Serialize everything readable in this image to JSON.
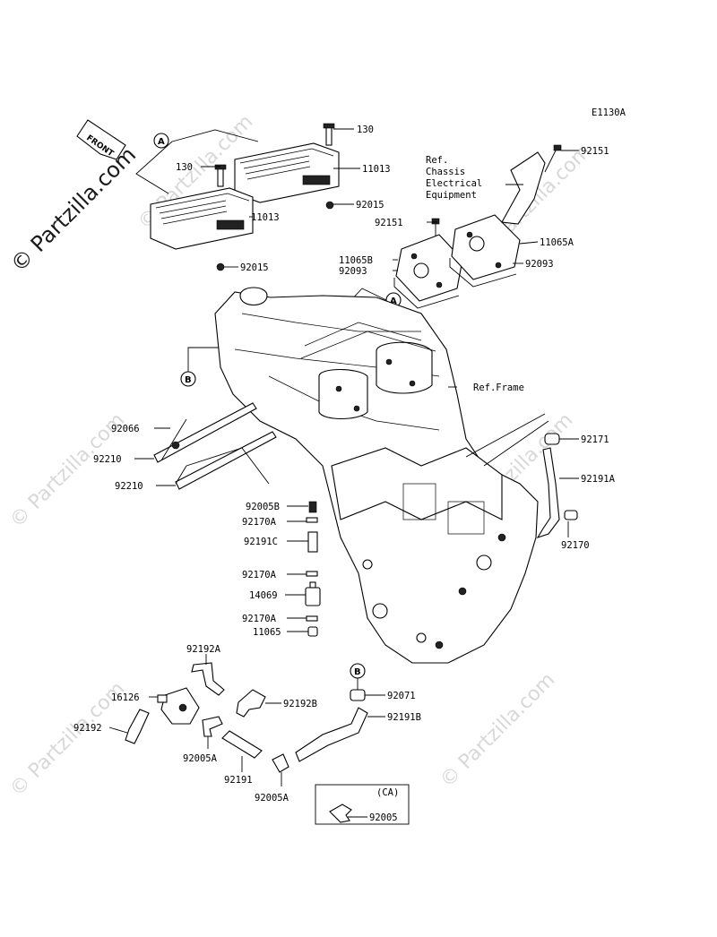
{
  "diagram_code": "E1130A",
  "watermark": {
    "main": "© Partzilla.com",
    "faded": "© Partzilla.com"
  },
  "front_label": "FRONT",
  "callouts": {
    "A": "A",
    "B": "B"
  },
  "ref_notes": {
    "chassis": [
      "Ref.",
      "Chassis",
      "Electrical",
      "Equipment"
    ],
    "frame": "Ref.Frame"
  },
  "parts": {
    "p130_top": "130",
    "p130_mid": "130",
    "p11013_top": "11013",
    "p11013_mid": "11013",
    "p92015_top": "92015",
    "p92015_bot": "92015",
    "p92151_right": "92151",
    "p92151_left": "92151",
    "p11065B": "11065B",
    "p11065A": "11065A",
    "p92093_left": "92093",
    "p92093_right": "92093",
    "p92066": "92066",
    "p92210_a": "92210",
    "p92210_b": "92210",
    "p92171": "92171",
    "p92191A": "92191A",
    "p92170": "92170",
    "p92005B": "92005B",
    "p92170A_1": "92170A",
    "p92191C": "92191C",
    "p92170A_2": "92170A",
    "p14069": "14069",
    "p92170A_3": "92170A",
    "p11065": "11065",
    "p92192A": "92192A",
    "p16126": "16126",
    "p92192B": "92192B",
    "p92192": "92192",
    "p92005A_1": "92005A",
    "p92191": "92191",
    "p92005A_2": "92005A",
    "p92071": "92071",
    "p92191B": "92191B",
    "ca_note": "(CA)",
    "p92005": "92005"
  }
}
